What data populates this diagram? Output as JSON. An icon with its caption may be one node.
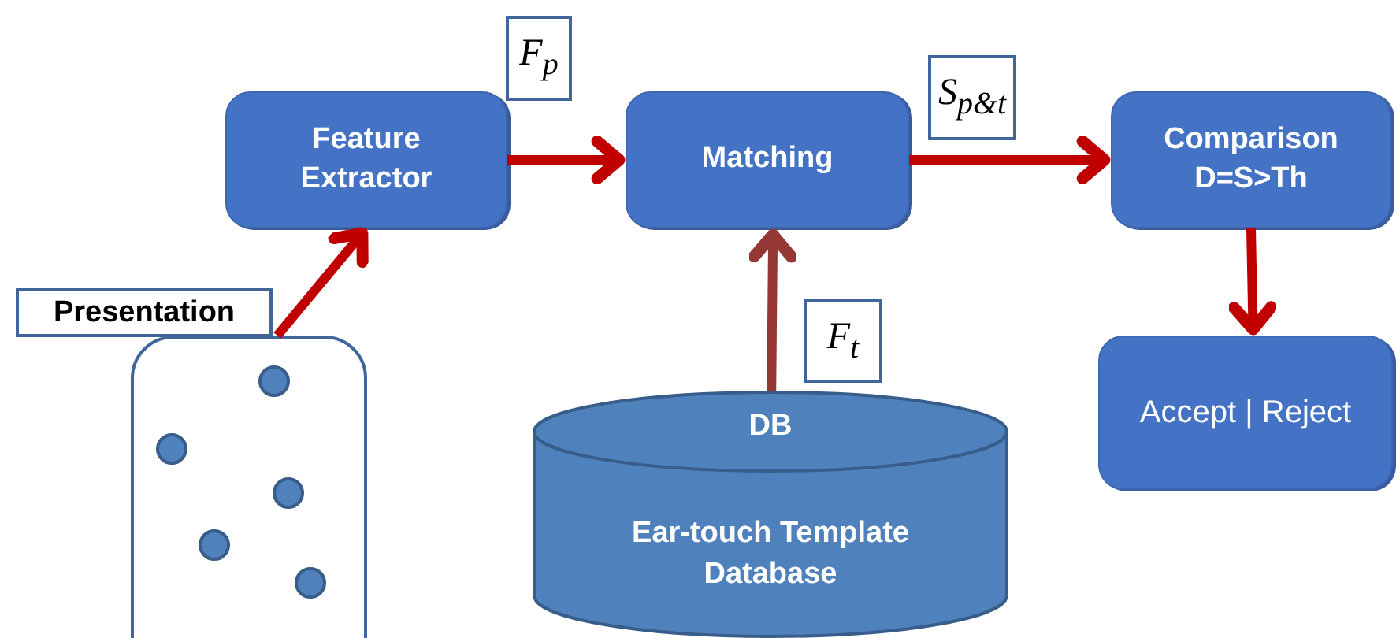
{
  "diagram": {
    "nodes": [
      {
        "text": [
          "Feature Extractor"
        ]
      },
      {
        "text": [
          "Matching"
        ]
      },
      {
        "text": [
          "Comparison D=S>Th"
        ]
      },
      {
        "text": [
          "Accept | Reject"
        ]
      },
      {
        "text": [
          "DB",
          "Ear-touch Template Database"
        ]
      },
      {
        "text": [
          "Presentation"
        ]
      },
      {
        "text": [],
        "shape": "box"
      },
      {
        "text": [
          "F$_{p}$"
        ]
      },
      {
        "text": [
          "S$_{p&t}$"
        ]
      },
      {
        "text": [
          "F$_{t}$"
        ]
      }
    ],
    "edges": [
      {
        "from": 6,
        "to": 0,
        "arrow": "to"
      },
      {
        "from": 0,
        "to": 1,
        "arrow": "to"
      },
      {
        "from": 1,
        "to": 2,
        "arrow": "to"
      },
      {
        "from": 2,
        "to": 3,
        "arrow": "to"
      },
      {
        "from": 4,
        "to": 1,
        "arrow": "to",
        "color": "#953735"
      }
    ]
  }
}
